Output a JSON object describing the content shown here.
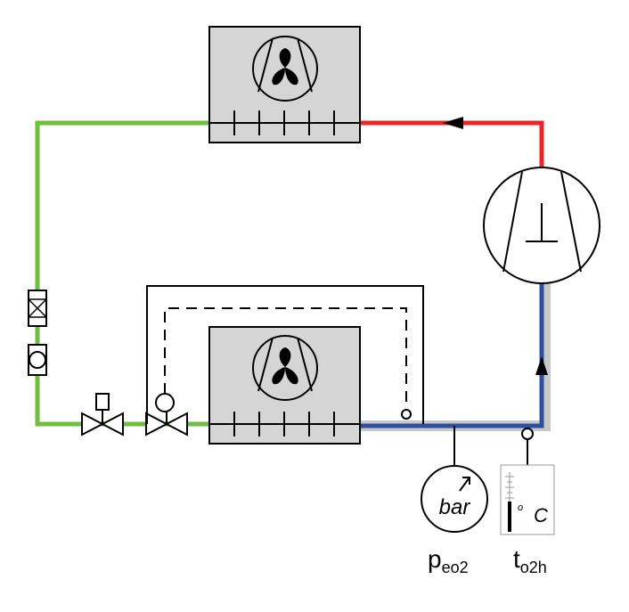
{
  "diagram": {
    "type": "refrigeration-circuit",
    "components": {
      "condenser": {
        "name": "condenser",
        "icons": [
          "fan-icon"
        ]
      },
      "evaporator": {
        "name": "evaporator",
        "icons": [
          "fan-icon"
        ]
      },
      "compressor": {
        "name": "compressor",
        "icons": [
          "compressor-icon"
        ]
      },
      "filter_drier": {
        "icon": "filter-drier-icon"
      },
      "sight_glass": {
        "icon": "sight-glass-icon"
      },
      "solenoid_valve": {
        "icon": "solenoid-valve-icon"
      },
      "expansion_valve": {
        "icon": "thermostatic-expansion-valve-icon"
      }
    },
    "lines": {
      "liquid_line": {
        "color": "#6fbe3f"
      },
      "discharge_line": {
        "color": "#e8262a"
      },
      "suction_line": {
        "color": "#2e4fa1",
        "shadow": "#c8c8c8"
      },
      "sensing_line": {
        "style": "dashed"
      }
    },
    "sensors": {
      "pressure_gauge": {
        "unit": "bar",
        "label_main": "p",
        "label_sub": "eo2"
      },
      "thermometer": {
        "unit": "C",
        "degree": "o",
        "label_main": "t",
        "label_sub": "o2h"
      }
    }
  }
}
